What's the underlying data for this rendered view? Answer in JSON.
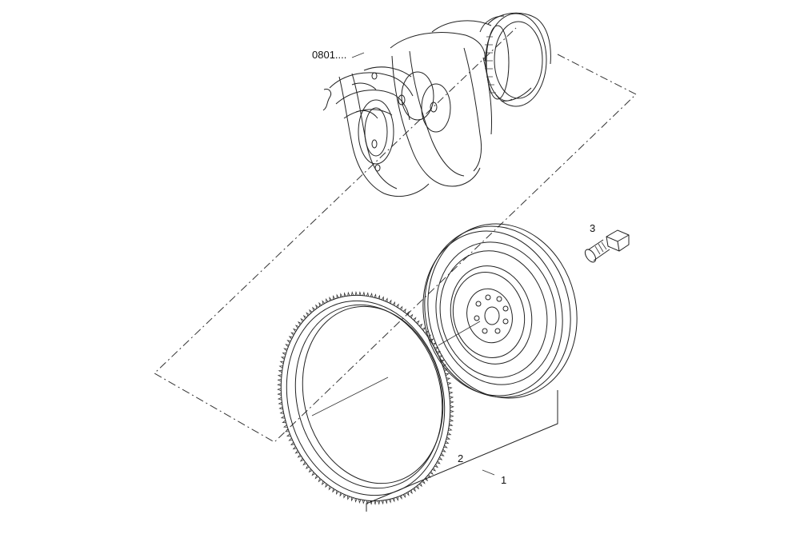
{
  "diagram": {
    "labels": {
      "crankshaft_ref": "0801....",
      "bolt": "3",
      "ring_gear": "2",
      "flywheel_assembly": "1"
    },
    "ring_gear_teeth": 140
  }
}
